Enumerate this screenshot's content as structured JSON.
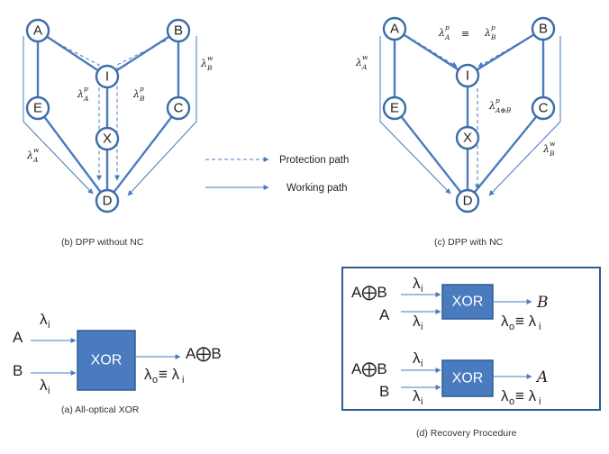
{
  "nodes": {
    "A": "A",
    "B": "B",
    "I": "I",
    "E": "E",
    "C": "C",
    "X": "X",
    "D": "D"
  },
  "captions": {
    "b": "(b) DPP without NC",
    "c": "(c) DPP with NC",
    "a": "(a) All-optical XOR",
    "d": "(d) Recovery Procedure"
  },
  "legend": {
    "protection": "Protection path",
    "working": "Working path"
  },
  "lambda": {
    "sym": "λ",
    "sup_p": "p",
    "sup_w": "w",
    "sub_A": "A",
    "sub_B": "B",
    "sub_AxB": "A⊕B",
    "equiv": "≡"
  },
  "xor": {
    "label": "XOR",
    "in_a": "A",
    "in_b": "B",
    "out": "A⨁B",
    "lambda_i": "λ",
    "sub_i": "i",
    "lambda_o": "λ",
    "sub_o": "o",
    "relation": "≡ λ"
  },
  "recovery": {
    "in1": "A⨁B",
    "in2": "A",
    "out1": "B",
    "in3": "A⨁B",
    "in4": "B",
    "out2": "A"
  }
}
